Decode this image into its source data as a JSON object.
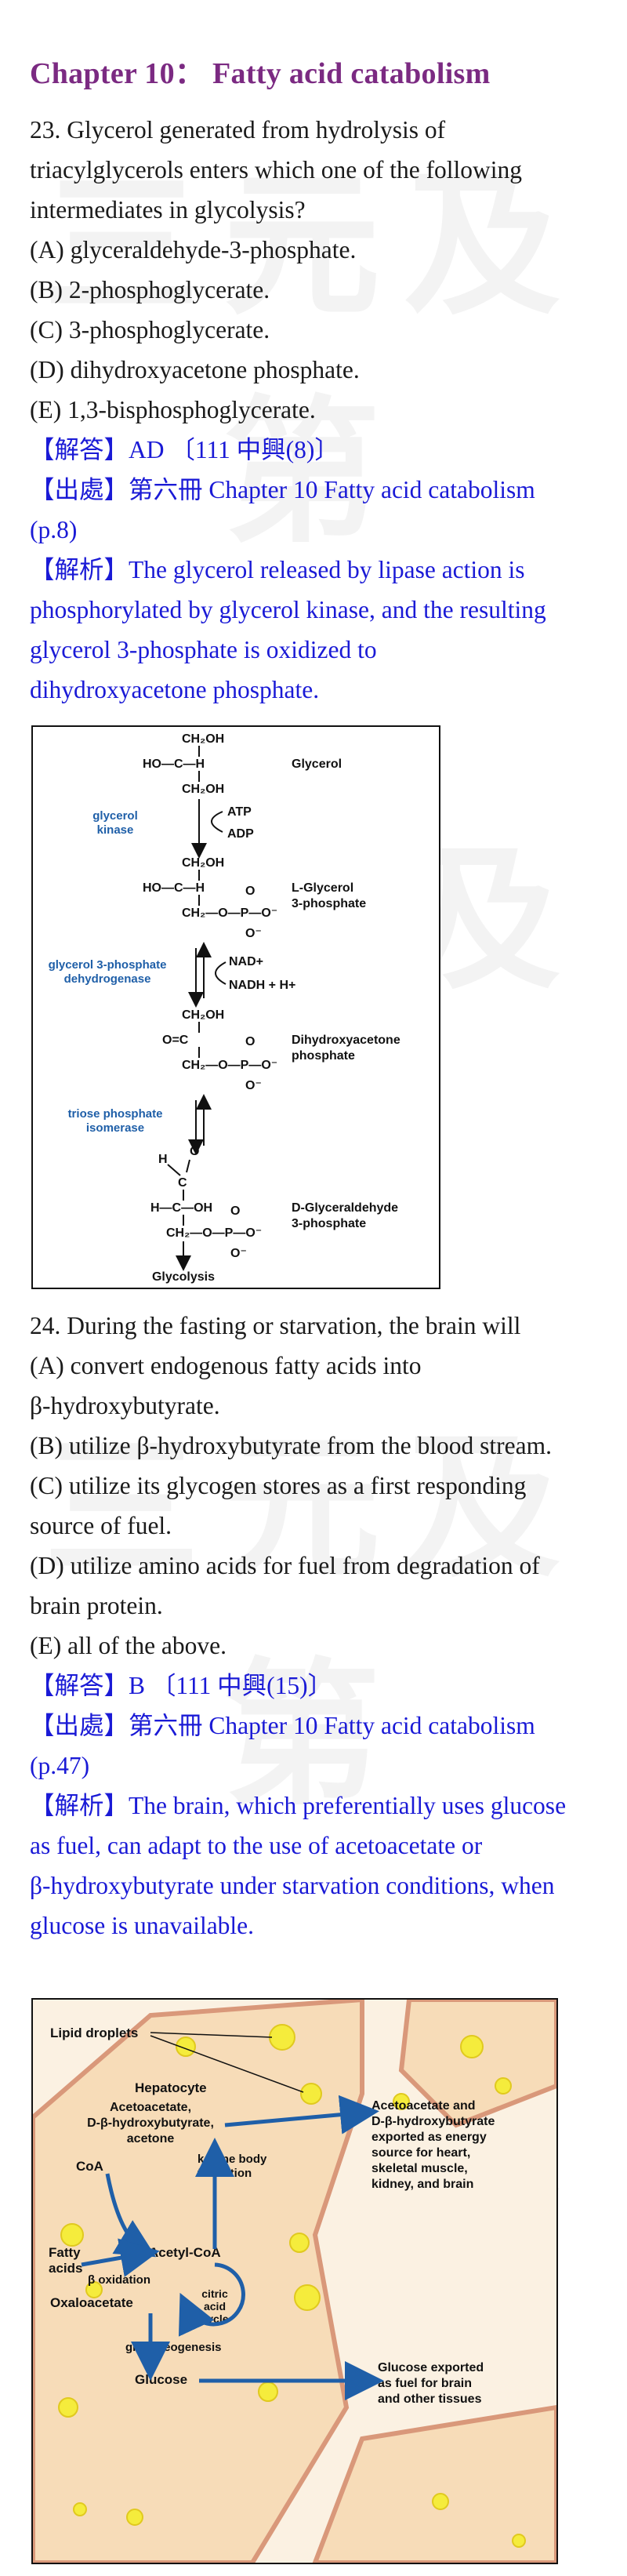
{
  "watermark": "三元及第",
  "chapter_title": "Chapter 10： Fatty acid catabolism",
  "q23": {
    "stem": [
      "23.   Glycerol generated from hydrolysis of",
      "triacylglycerols enters which one of the following",
      "intermediates in glycolysis?"
    ],
    "options": [
      "(A) glyceraldehyde-3-phosphate.",
      "(B) 2-phosphoglycerate.",
      "(C) 3-phosphoglycerate.",
      "(D) dihydroxyacetone phosphate.",
      "(E) 1,3-bisphosphoglycerate."
    ],
    "answer": "【解答】AD 〔111 中興(8)〕",
    "source": [
      "【出處】第六冊 Chapter 10 Fatty acid catabolism",
      "(p.8)"
    ],
    "explanation": [
      "【解析】The glycerol released by lipase action is",
      "phosphorylated by glycerol kinase, and the resulting",
      "glycerol 3-phosphate is oxidized to",
      "dihydroxyacetone phosphate."
    ]
  },
  "fig1": {
    "glycerol": "Glycerol",
    "glycerol_kinase": [
      "glycerol",
      "kinase"
    ],
    "atp": "ATP",
    "adp": "ADP",
    "l_g3p": [
      "L-Glycerol",
      "3-phosphate"
    ],
    "g3p_dh": [
      "glycerol 3-phosphate",
      "dehydrogenase"
    ],
    "nad": "NAD+",
    "nadh": "NADH + H+",
    "dhap": [
      "Dihydroxyacetone",
      "phosphate"
    ],
    "tpi": [
      "triose phosphate",
      "isomerase"
    ],
    "gap": [
      "D-Glyceraldehyde",
      "3-phosphate"
    ],
    "glycolysis": "Glycolysis"
  },
  "q24": {
    "stem": "24. During the fasting or starvation, the brain will",
    "options": [
      "(A) convert endogenous fatty acids into",
      "β-hydroxybutyrate.",
      "(B) utilize β-hydroxybutyrate from the blood stream.",
      "(C) utilize its glycogen stores as a first responding",
      "source of fuel.",
      "(D) utilize amino acids for fuel from degradation of",
      "brain protein.",
      "(E) all of the above."
    ],
    "answer": "【解答】B   〔111 中興(15)〕",
    "source": [
      "【出處】第六冊 Chapter 10 Fatty acid catabolism",
      "(p.47)"
    ],
    "explanation": [
      "【解析】The brain, which preferentially uses glucose",
      "as fuel, can adapt to the use of acetoacetate or",
      "β-hydroxybutyrate under starvation conditions, when",
      "glucose is unavailable."
    ]
  },
  "fig2": {
    "lipid_droplets": "Lipid droplets",
    "hepatocyte": "Hepatocyte",
    "ketone_list": [
      "Acetoacetate,",
      "D-β-hydroxybutyrate,",
      "acetone"
    ],
    "ketone_export": [
      "Acetoacetate and",
      "D-β-hydroxybutyrate",
      "exported as energy",
      "source for heart,",
      "skeletal muscle,",
      "kidney, and brain"
    ],
    "coa": "CoA",
    "ketone_formation": [
      "ketone body",
      "formation"
    ],
    "fatty_acids": [
      "Fatty",
      "acids"
    ],
    "acetyl_coa": "Acetyl-CoA",
    "beta_ox": "β oxidation",
    "oxaloacetate": "Oxaloacetate",
    "tca": [
      "citric",
      "acid",
      "cycle"
    ],
    "gluconeo": "gluconeogenesis",
    "glucose": "Glucose",
    "glucose_export": [
      "Glucose exported",
      "as fuel for brain",
      "and other tissues"
    ],
    "colors": {
      "arrow": "#1f5fa8",
      "cell_edge": "#d9987a",
      "droplet": "#f5ec3c"
    }
  }
}
